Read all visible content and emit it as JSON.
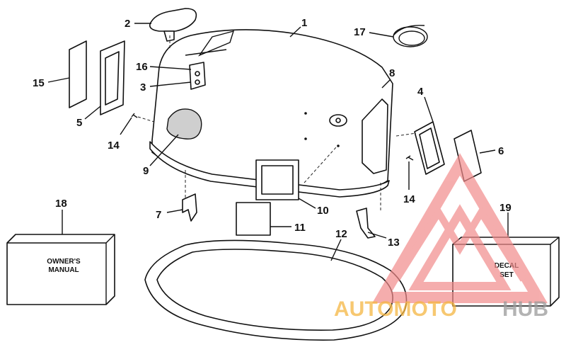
{
  "callouts": [
    {
      "id": "1",
      "text": "1"
    },
    {
      "id": "2",
      "text": "2"
    },
    {
      "id": "3",
      "text": "3"
    },
    {
      "id": "4",
      "text": "4"
    },
    {
      "id": "5",
      "text": "5"
    },
    {
      "id": "6",
      "text": "6"
    },
    {
      "id": "7",
      "text": "7"
    },
    {
      "id": "8",
      "text": "8"
    },
    {
      "id": "9",
      "text": "9"
    },
    {
      "id": "10",
      "text": "10"
    },
    {
      "id": "11",
      "text": "11"
    },
    {
      "id": "12",
      "text": "12"
    },
    {
      "id": "13",
      "text": "13"
    },
    {
      "id": "14a",
      "text": "14"
    },
    {
      "id": "14b",
      "text": "14"
    },
    {
      "id": "15",
      "text": "15"
    },
    {
      "id": "16",
      "text": "16"
    },
    {
      "id": "17",
      "text": "17"
    },
    {
      "id": "18",
      "text": "18"
    },
    {
      "id": "19",
      "text": "19"
    }
  ],
  "owners_manual": {
    "line1": "OWNER'S",
    "line2": "MANUAL"
  },
  "decal_set": {
    "line1": "DECAL",
    "line2": "SET"
  },
  "watermark": {
    "text_part1": "AUTOMOTO",
    "text_part2": "HUB",
    "color_logo": "#f28b8b",
    "color_text1": "#f5b642",
    "color_text2": "#9a9a9a"
  }
}
